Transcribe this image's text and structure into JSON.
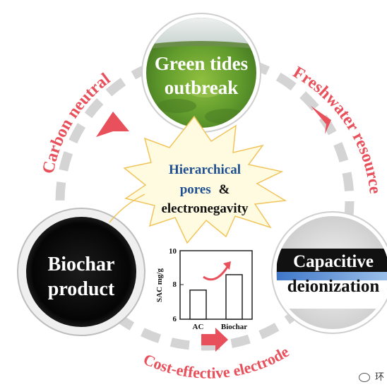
{
  "cycle": {
    "top_node": {
      "line1": "Green tides",
      "line2": "outbreak"
    },
    "right_node": {
      "line1": "Capacitive",
      "line2": "deionization"
    },
    "left_node": {
      "line1": "Biochar",
      "line2": "product"
    },
    "arc_labels": {
      "left": "Carbon neutral",
      "right": "Freshwater resource",
      "bottom": "Cost-effective electrode"
    },
    "center": {
      "line1": "Hierarchical",
      "line2a": "pores",
      "line2b": "&",
      "line3": "electronegavity"
    }
  },
  "chart_data": {
    "type": "bar",
    "categories": [
      "AC",
      "Biochar"
    ],
    "values": [
      7.7,
      8.6
    ],
    "ylabel": "SAC mg/g",
    "ylim": [
      6,
      10
    ],
    "yticks": [
      "6",
      "8",
      "10"
    ]
  },
  "watermark": "环",
  "colors": {
    "accent_red": "#e8505b",
    "ring_gray": "#d4d4d4",
    "center_blue": "#1d4f91",
    "star_fill": "#fffbe1",
    "star_stroke": "#f1c45a"
  }
}
